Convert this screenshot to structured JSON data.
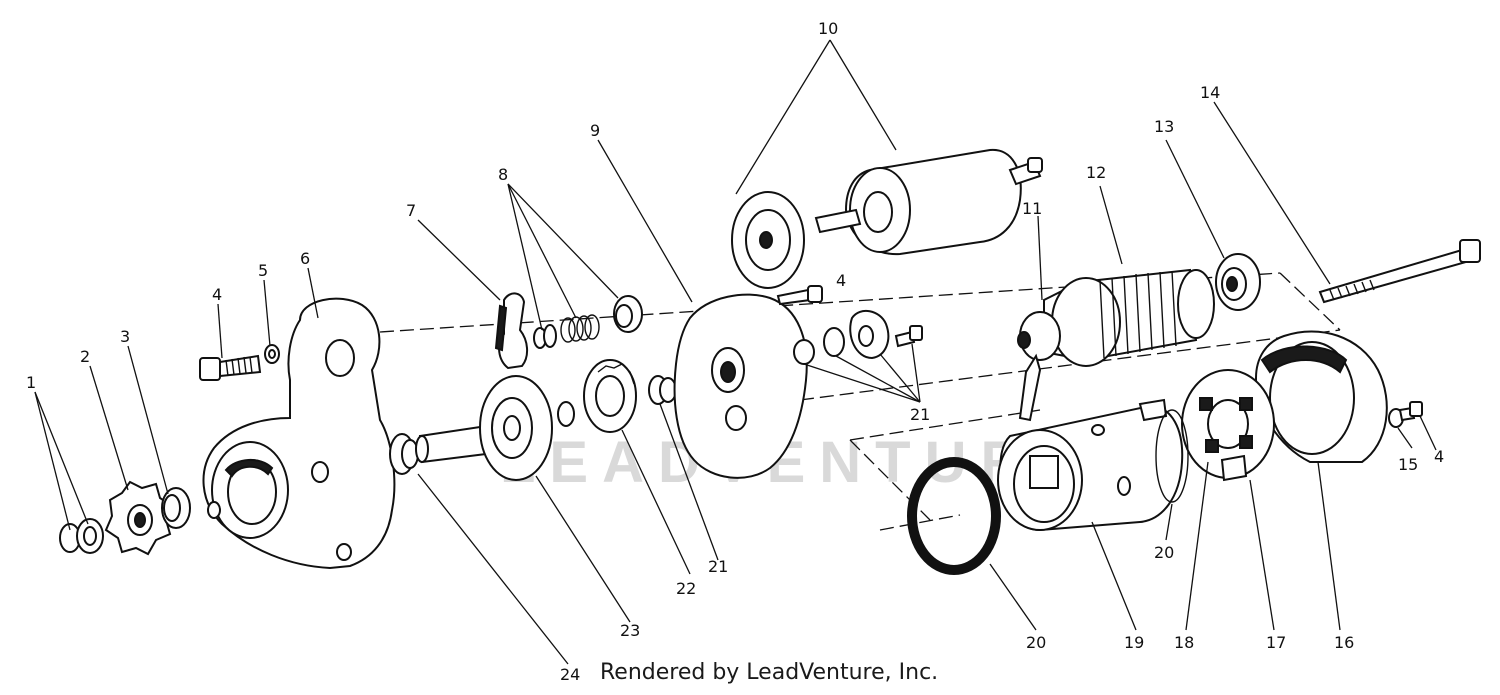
{
  "watermark": "LEADVENTURE",
  "credit": "Rendered by LeadVenture, Inc.",
  "callouts": {
    "c1": "1",
    "c2": "2",
    "c3": "3",
    "c4a": "4",
    "c4b": "4",
    "c4c": "4",
    "c5": "5",
    "c6": "6",
    "c7": "7",
    "c8": "8",
    "c9": "9",
    "c10": "10",
    "c11": "11",
    "c12": "12",
    "c13": "13",
    "c14": "14",
    "c15": "15",
    "c16": "16",
    "c17": "17",
    "c18": "18",
    "c19": "19",
    "c20a": "20",
    "c20b": "20",
    "c21a": "21",
    "c21b": "21",
    "c22": "22",
    "c23": "23",
    "c24": "24"
  }
}
